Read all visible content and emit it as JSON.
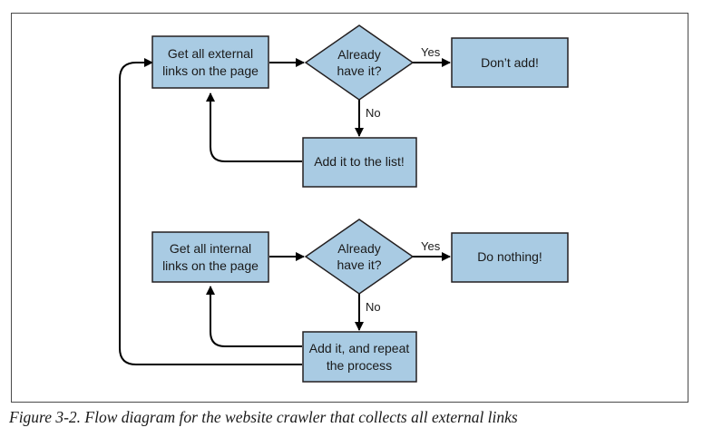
{
  "diagram": {
    "nodes": {
      "get_external": [
        "Get all external",
        "links on the page"
      ],
      "already_have_1": [
        "Already",
        "have it?"
      ],
      "dont_add": [
        "Don’t add!"
      ],
      "add_to_list": [
        "Add it to the list!"
      ],
      "get_internal": [
        "Get all internal",
        "links on the page"
      ],
      "already_have_2": [
        "Already",
        "have it?"
      ],
      "do_nothing": [
        "Do nothing!"
      ],
      "add_repeat": [
        "Add it, and repeat",
        "the process"
      ]
    },
    "edge_labels": {
      "yes_1": "Yes",
      "no_1": "No",
      "yes_2": "Yes",
      "no_2": "No"
    },
    "colors": {
      "node_fill": "#a9cbe3",
      "node_stroke": "#231f20",
      "edge": "#000000"
    }
  },
  "caption": "Figure 3-2. Flow diagram for the website crawler that collects all external links"
}
